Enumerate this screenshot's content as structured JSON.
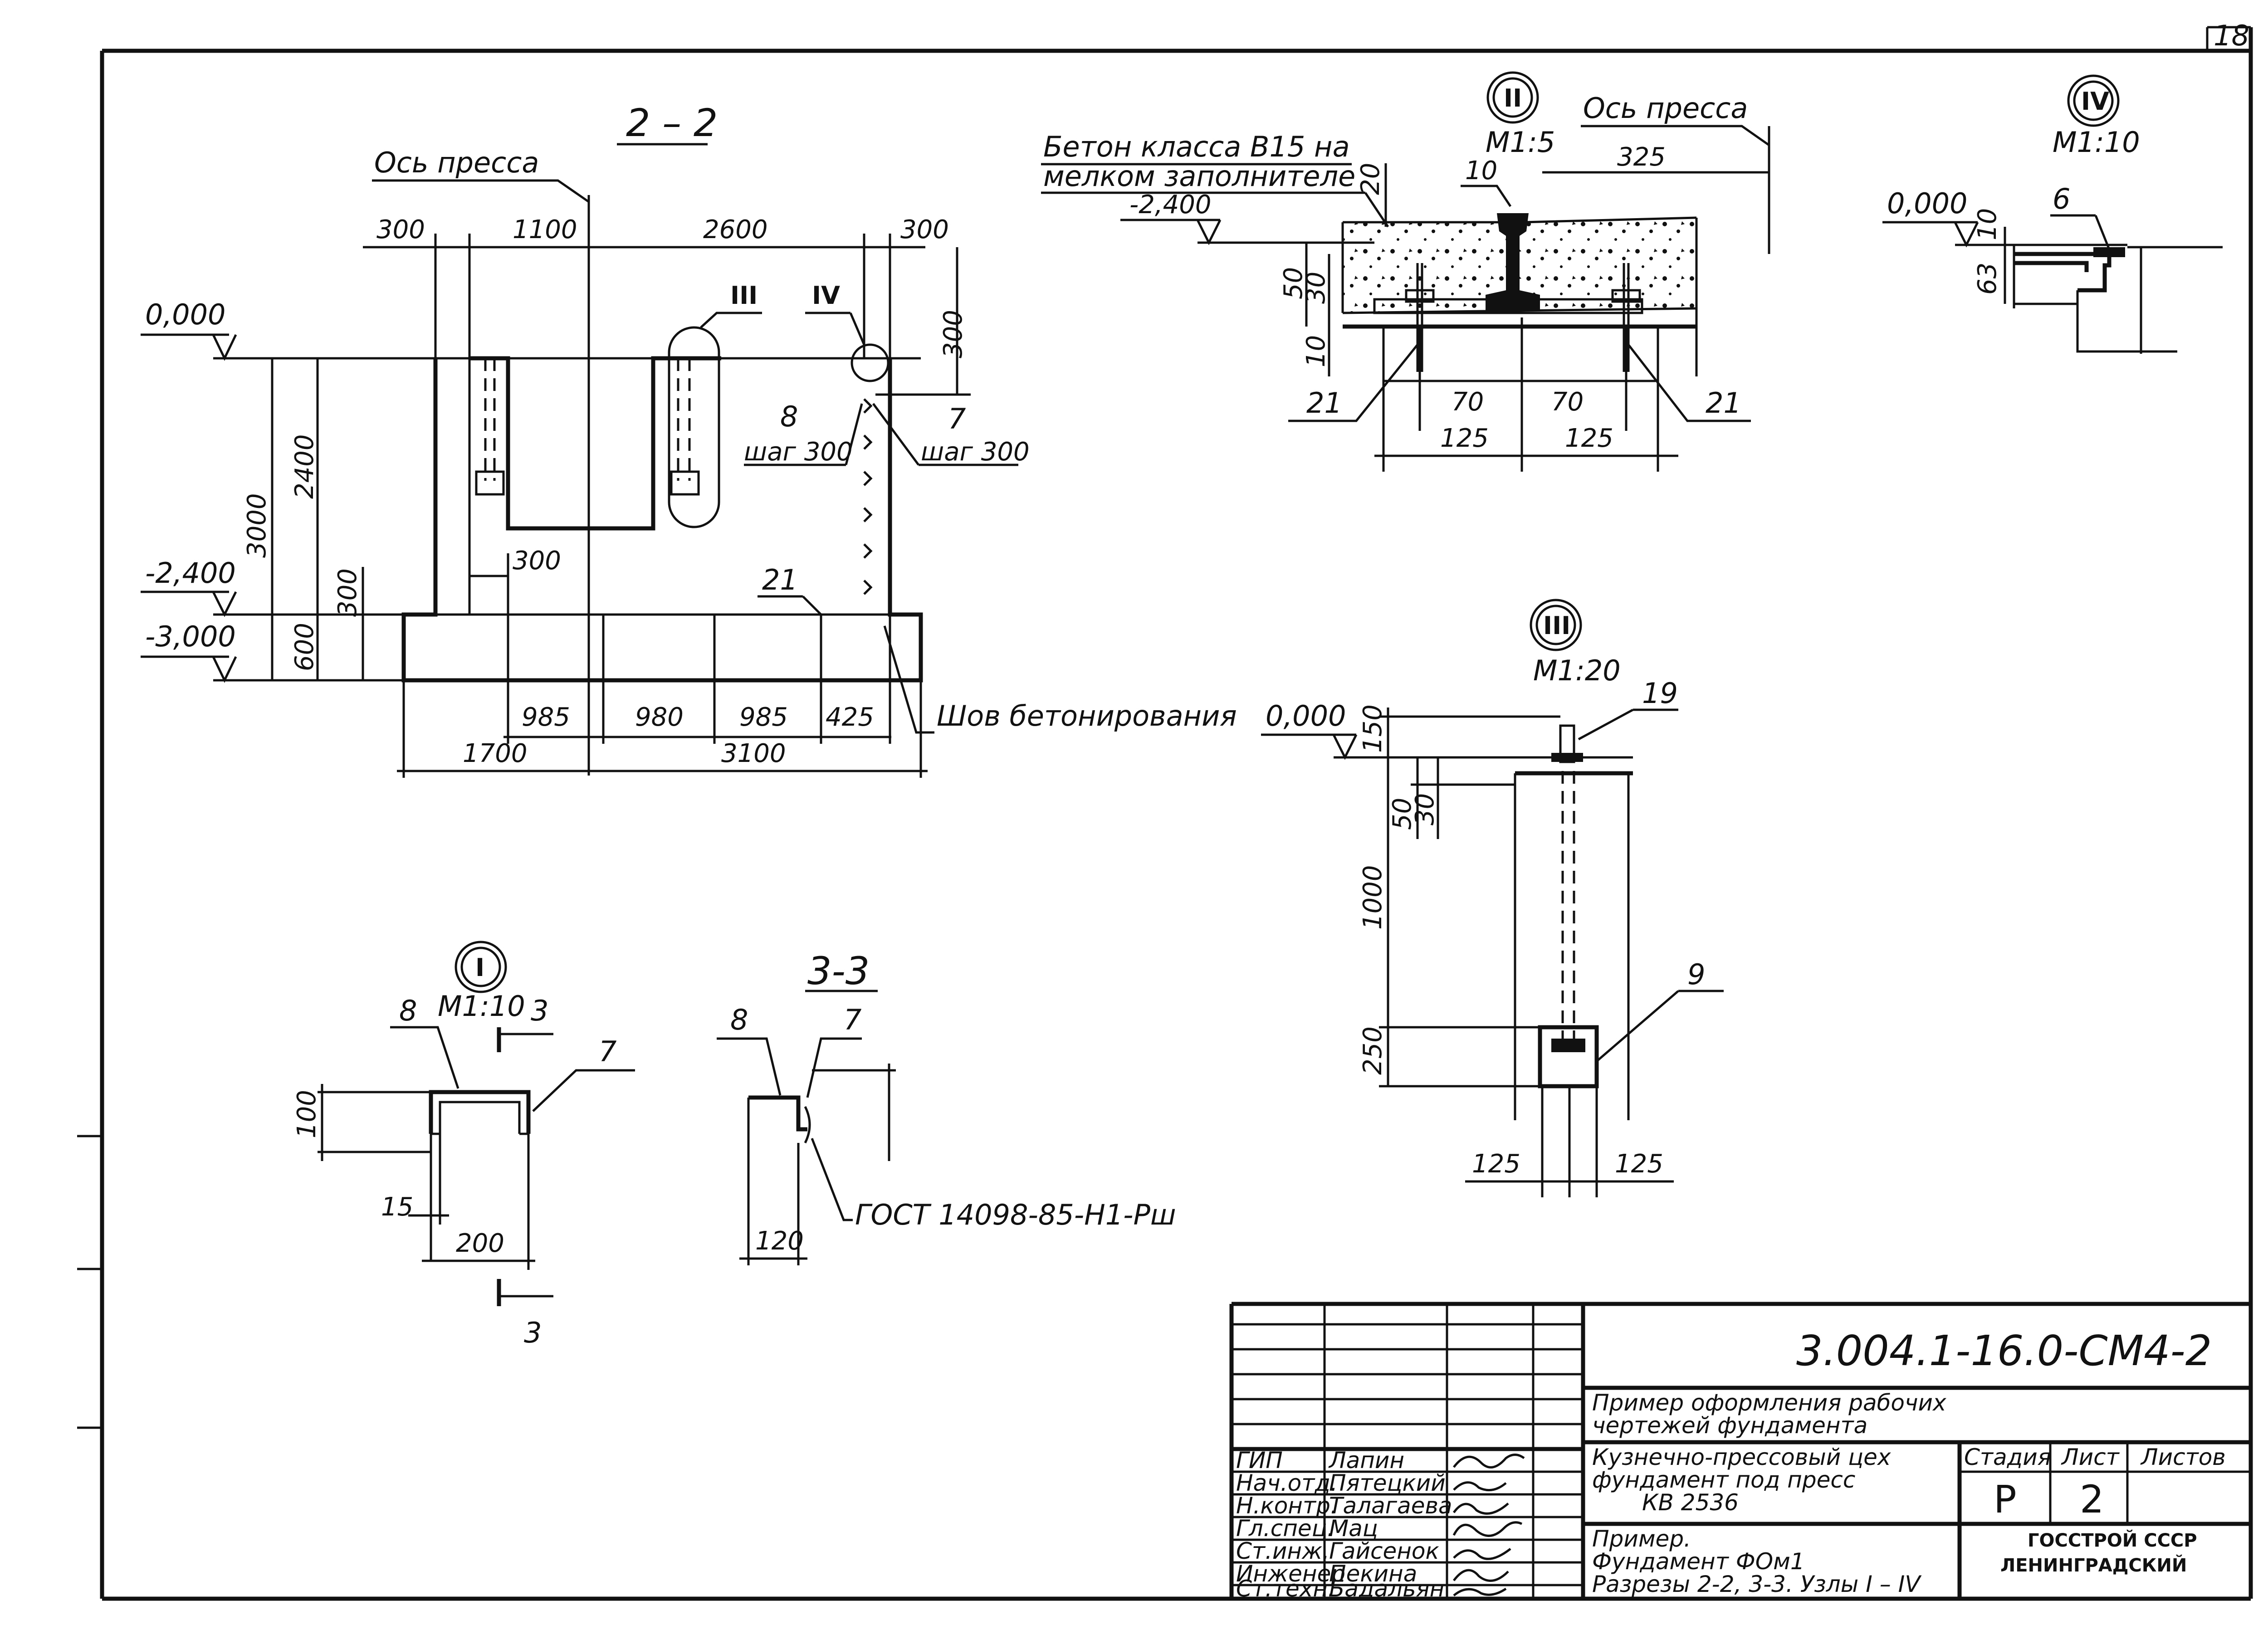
{
  "sheet_number": "18",
  "section_2_2": {
    "title": "2 – 2",
    "press_axis": "Ось пресса",
    "dims_top": [
      "300",
      "1100",
      "2600",
      "300"
    ],
    "dims_right": [
      "300"
    ],
    "dims_left": [
      "3000",
      "2400",
      "300",
      "600"
    ],
    "elev_0": "0,000",
    "elev_m2400": "-2,400",
    "elev_m3000": "-3,000",
    "dim_300_inner": "300",
    "node_III": "III",
    "node_IV": "IV",
    "mark_8": "8",
    "step_8": "шаг 300",
    "mark_7": "7",
    "step_7": "шаг 300",
    "mark_21": "21",
    "dims_bottom1": [
      "985",
      "980",
      "985",
      "425"
    ],
    "dims_bottom2": [
      "1700",
      "3100"
    ],
    "seam": "Шов бетонирования"
  },
  "node_II": {
    "roman": "II",
    "scale": "М1:5",
    "press_axis": "Ось пресса",
    "concrete_note_1": "Бетон класса В15 на",
    "concrete_note_2": "мелком заполнителе",
    "elev": "-2,400",
    "dims": [
      "20",
      "10",
      "325",
      "50",
      "30",
      "10",
      "70",
      "70",
      "125",
      "125"
    ],
    "mark_21_left": "21",
    "mark_21_right": "21"
  },
  "node_IV": {
    "roman": "IV",
    "scale": "М1:10",
    "elev": "0,000",
    "dims": [
      "10",
      "63"
    ],
    "mark": "6"
  },
  "node_III": {
    "roman": "III",
    "scale": "М1:20",
    "elev": "0,000",
    "mark_19": "19",
    "mark_9": "9",
    "dims": [
      "150",
      "50",
      "30",
      "1000",
      "250",
      "125",
      "125"
    ]
  },
  "node_I": {
    "roman": "I",
    "scale": "М1:10",
    "section_mark": "3",
    "mark_8": "8",
    "mark_7": "7",
    "dims": [
      "100",
      "15",
      "200"
    ]
  },
  "section_3_3": {
    "title": "3-3",
    "mark_8": "8",
    "mark_7": "7",
    "dim": "120",
    "gost": "ГОСТ 14098-85-Н1-Рш"
  },
  "title_block": {
    "code": "3.004.1-16.0-СМ4-2",
    "desc_1": "Пример оформления рабочих",
    "desc_2": "чертежей фундамента",
    "object_1": "Кузнечно-прессовый цех",
    "object_2": "фундамент под пресс",
    "object_3": "КВ 2536",
    "sheet_1": "Пример.",
    "sheet_2": "Фундамент ФОм1",
    "sheet_3": "Разрезы 2-2, 3-3. Узлы I – IV",
    "stage_label": "Стадия",
    "sheet_label": "Лист",
    "sheets_label": "Листов",
    "stage": "Р",
    "sheet": "2",
    "org_1": "ГОССТРОЙ СССР",
    "org_2": "ЛЕНИНГРАДСКИЙ",
    "roles": [
      "ГИП",
      "Нач.отд.",
      "Н.контр.",
      "Гл.спец.",
      "Ст.инж.",
      "Инженер",
      "Ст.техн."
    ],
    "names": [
      "Лапин",
      "Пятецкий",
      "Талагаева",
      "Мац",
      "Гайсенок",
      "Пекина",
      "Бадальян"
    ]
  }
}
